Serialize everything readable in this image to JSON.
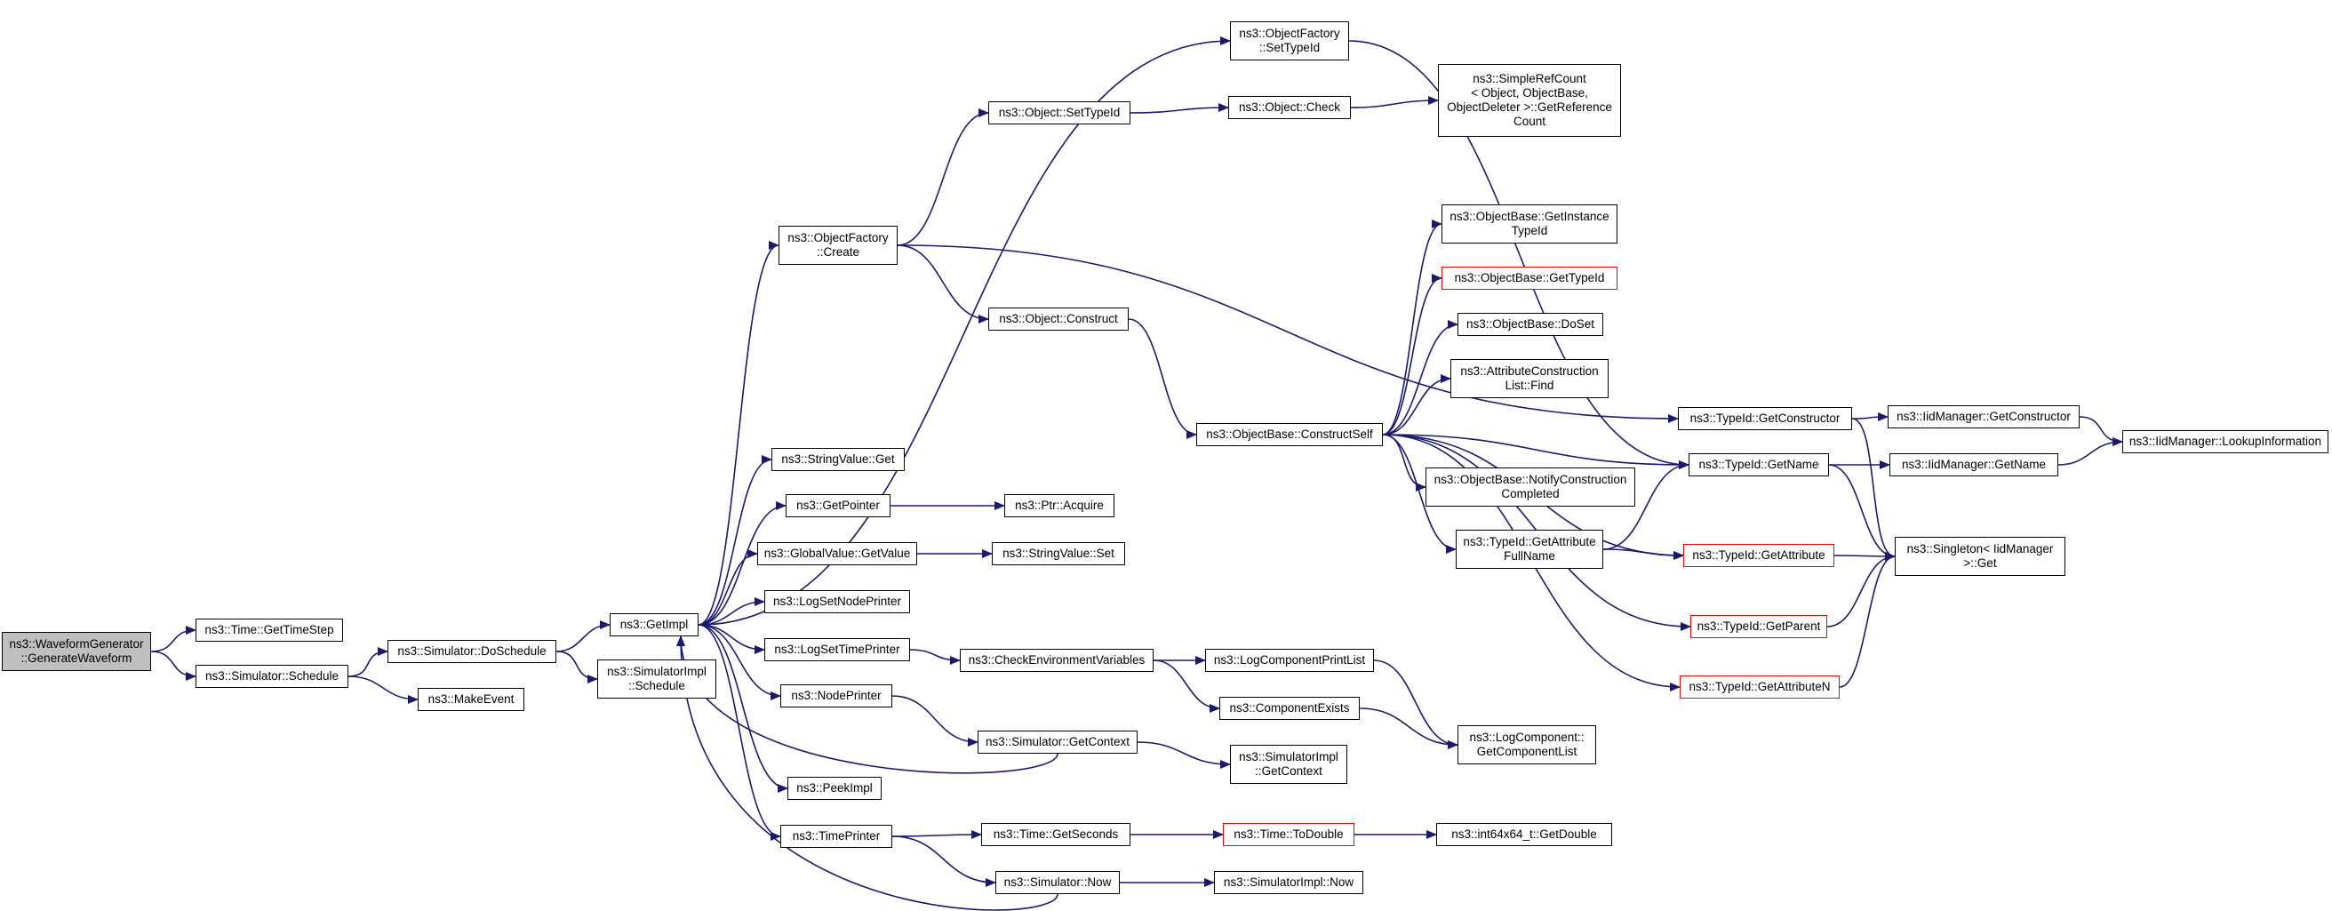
{
  "colors": {
    "edge": "#191970",
    "node_border": "#000000",
    "node_border_missing": "#ff0000",
    "current_fill": "#bfbfbf"
  },
  "nodes": {
    "n1": {
      "lines": [
        "ns3::WaveformGenerator",
        "::GenerateWaveform"
      ]
    },
    "n2": {
      "lines": [
        "ns3::Time::GetTimeStep"
      ]
    },
    "n3": {
      "lines": [
        "ns3::Simulator::Schedule"
      ]
    },
    "n4": {
      "lines": [
        "ns3::Simulator::DoSchedule"
      ]
    },
    "n5": {
      "lines": [
        "ns3::MakeEvent"
      ]
    },
    "n6": {
      "lines": [
        "ns3::GetImpl"
      ]
    },
    "n7": {
      "lines": [
        "ns3::SimulatorImpl",
        "::Schedule"
      ]
    },
    "n8": {
      "lines": [
        "ns3::ObjectFactory",
        "::SetTypeId"
      ]
    },
    "n9": {
      "lines": [
        "ns3::Object::SetTypeId"
      ]
    },
    "n10": {
      "lines": [
        "ns3::Object::Check"
      ]
    },
    "n11": {
      "lines": [
        "ns3::SimpleRefCount",
        "< Object, ObjectBase,",
        "ObjectDeleter >::GetReference",
        "Count"
      ]
    },
    "n12": {
      "lines": [
        "ns3::ObjectFactory",
        "::Create"
      ]
    },
    "n13": {
      "lines": [
        "ns3::Object::Construct"
      ]
    },
    "n14": {
      "lines": [
        "ns3::ObjectBase::GetInstance",
        "TypeId"
      ]
    },
    "n15": {
      "lines": [
        "ns3::ObjectBase::GetTypeId"
      ]
    },
    "n16": {
      "lines": [
        "ns3::ObjectBase::DoSet"
      ]
    },
    "n17": {
      "lines": [
        "ns3::AttributeConstruction",
        "List::Find"
      ]
    },
    "n18": {
      "lines": [
        "ns3::ObjectBase::ConstructSelf"
      ]
    },
    "n19": {
      "lines": [
        "ns3::ObjectBase::NotifyConstruction",
        "Completed"
      ]
    },
    "n20": {
      "lines": [
        "ns3::TypeId::GetAttribute",
        "FullName"
      ]
    },
    "n21": {
      "lines": [
        "ns3::TypeId::GetConstructor"
      ]
    },
    "n22": {
      "lines": [
        "ns3::IidManager::GetConstructor"
      ]
    },
    "n23": {
      "lines": [
        "ns3::IidManager::LookupInformation"
      ]
    },
    "n24": {
      "lines": [
        "ns3::TypeId::GetName"
      ]
    },
    "n25": {
      "lines": [
        "ns3::IidManager::GetName"
      ]
    },
    "n26": {
      "lines": [
        "ns3::Singleton< IidManager",
        ">::Get"
      ]
    },
    "n27": {
      "lines": [
        "ns3::TypeId::GetAttribute"
      ]
    },
    "n28": {
      "lines": [
        "ns3::TypeId::GetParent"
      ]
    },
    "n29": {
      "lines": [
        "ns3::TypeId::GetAttributeN"
      ]
    },
    "n30": {
      "lines": [
        "ns3::StringValue::Get"
      ]
    },
    "n31": {
      "lines": [
        "ns3::GetPointer"
      ]
    },
    "n32": {
      "lines": [
        "ns3::Ptr::Acquire"
      ]
    },
    "n33": {
      "lines": [
        "ns3::GlobalValue::GetValue"
      ]
    },
    "n34": {
      "lines": [
        "ns3::StringValue::Set"
      ]
    },
    "n35": {
      "lines": [
        "ns3::LogSetNodePrinter"
      ]
    },
    "n36": {
      "lines": [
        "ns3::LogSetTimePrinter"
      ]
    },
    "n37": {
      "lines": [
        "ns3::CheckEnvironmentVariables"
      ]
    },
    "n38": {
      "lines": [
        "ns3::LogComponentPrintList"
      ]
    },
    "n39": {
      "lines": [
        "ns3::ComponentExists"
      ]
    },
    "n40": {
      "lines": [
        "ns3::LogComponent::",
        "GetComponentList"
      ]
    },
    "n41": {
      "lines": [
        "ns3::NodePrinter"
      ]
    },
    "n42": {
      "lines": [
        "ns3::Simulator::GetContext"
      ]
    },
    "n43": {
      "lines": [
        "ns3::SimulatorImpl",
        "::GetContext"
      ]
    },
    "n44": {
      "lines": [
        "ns3::PeekImpl"
      ]
    },
    "n45": {
      "lines": [
        "ns3::TimePrinter"
      ]
    },
    "n46": {
      "lines": [
        "ns3::Time::GetSeconds"
      ]
    },
    "n47": {
      "lines": [
        "ns3::Time::ToDouble"
      ]
    },
    "n48": {
      "lines": [
        "ns3::int64x64_t::GetDouble"
      ]
    },
    "n49": {
      "lines": [
        "ns3::Simulator::Now"
      ]
    },
    "n50": {
      "lines": [
        "ns3::SimulatorImpl::Now"
      ]
    }
  },
  "edges": [
    [
      "n1",
      "n2"
    ],
    [
      "n1",
      "n3"
    ],
    [
      "n3",
      "n4"
    ],
    [
      "n3",
      "n5"
    ],
    [
      "n4",
      "n6"
    ],
    [
      "n4",
      "n7"
    ],
    [
      "n6",
      "n8"
    ],
    [
      "n6",
      "n12"
    ],
    [
      "n6",
      "n30"
    ],
    [
      "n6",
      "n31"
    ],
    [
      "n6",
      "n33"
    ],
    [
      "n6",
      "n35"
    ],
    [
      "n6",
      "n36"
    ],
    [
      "n6",
      "n41"
    ],
    [
      "n6",
      "n44"
    ],
    [
      "n6",
      "n45"
    ],
    [
      "n8",
      "n24"
    ],
    [
      "n9",
      "n10"
    ],
    [
      "n10",
      "n11"
    ],
    [
      "n12",
      "n9"
    ],
    [
      "n12",
      "n13"
    ],
    [
      "n12",
      "n21"
    ],
    [
      "n13",
      "n18"
    ],
    [
      "n18",
      "n14"
    ],
    [
      "n18",
      "n15"
    ],
    [
      "n18",
      "n16"
    ],
    [
      "n18",
      "n17"
    ],
    [
      "n18",
      "n19"
    ],
    [
      "n18",
      "n20"
    ],
    [
      "n18",
      "n24"
    ],
    [
      "n18",
      "n27"
    ],
    [
      "n18",
      "n28"
    ],
    [
      "n18",
      "n29"
    ],
    [
      "n20",
      "n24"
    ],
    [
      "n20",
      "n27"
    ],
    [
      "n21",
      "n22"
    ],
    [
      "n21",
      "n26"
    ],
    [
      "n22",
      "n23"
    ],
    [
      "n24",
      "n25"
    ],
    [
      "n24",
      "n26"
    ],
    [
      "n25",
      "n23"
    ],
    [
      "n27",
      "n26"
    ],
    [
      "n28",
      "n26"
    ],
    [
      "n29",
      "n26"
    ],
    [
      "n31",
      "n32"
    ],
    [
      "n33",
      "n34"
    ],
    [
      "n36",
      "n37"
    ],
    [
      "n37",
      "n38"
    ],
    [
      "n37",
      "n39"
    ],
    [
      "n38",
      "n40"
    ],
    [
      "n39",
      "n40"
    ],
    [
      "n41",
      "n42"
    ],
    [
      "n42",
      "n6"
    ],
    [
      "n42",
      "n43"
    ],
    [
      "n45",
      "n46"
    ],
    [
      "n45",
      "n49"
    ],
    [
      "n46",
      "n47"
    ],
    [
      "n47",
      "n48"
    ],
    [
      "n49",
      "n6"
    ],
    [
      "n49",
      "n50"
    ]
  ]
}
